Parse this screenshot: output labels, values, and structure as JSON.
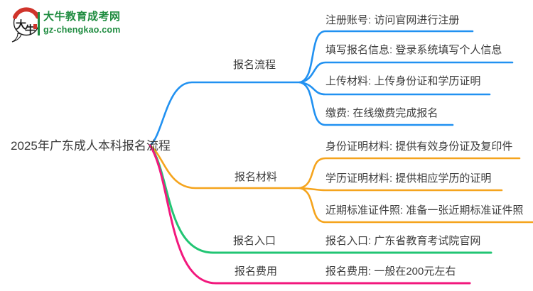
{
  "logo": {
    "site_name": "大牛教育成考网",
    "site_domain": "gz-chengkao.com",
    "icon_char_1": "大",
    "icon_char_2": "牛"
  },
  "root": {
    "label": "2025年广东成人本科报名流程"
  },
  "branches": [
    {
      "id": "registration-process",
      "label": "报名流程",
      "color": "#2191f1",
      "children": [
        "注册账号: 访问官网进行注册",
        "填写报名信息: 登录系统填写个人信息",
        "上传材料: 上传身份证和学历证明",
        "缴费: 在线缴费完成报名"
      ]
    },
    {
      "id": "registration-materials",
      "label": "报名材料",
      "color": "#f5a41d",
      "children": [
        "身份证明材料: 提供有效身份证及复印件",
        "学历证明材料: 提供相应学历的证明",
        "近期标准证件照: 准备一张近期标准证件照"
      ]
    },
    {
      "id": "registration-portal",
      "label": "报名入口",
      "color": "#21c573",
      "children": [
        "报名入口: 广东省教育考试院官网"
      ]
    },
    {
      "id": "registration-fee",
      "label": "报名费用",
      "color": "#f2187d",
      "children": [
        "报名费用: 一般在200元左右"
      ]
    }
  ],
  "colors": {
    "background": "#ffffff",
    "text": "#3c3c3c",
    "logo_green": "#1f8c40",
    "logo_seal_red": "#d0342b",
    "branch_blue": "#2191f1",
    "branch_orange": "#f5a41d",
    "branch_green": "#21c573",
    "branch_pink": "#f2187d"
  }
}
